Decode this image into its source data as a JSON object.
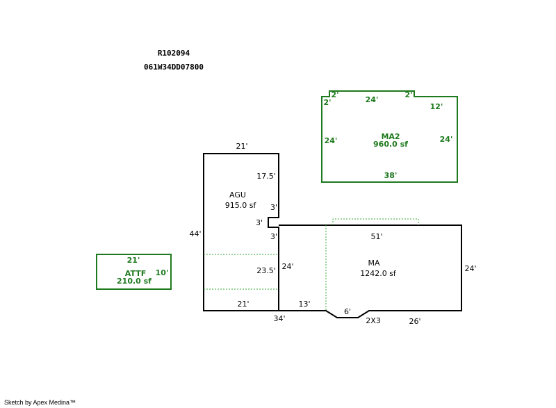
{
  "header": {
    "account": "R102094",
    "map_tax_lot": "061W34DD07800"
  },
  "footer": {
    "credit": "Sketch by Apex Medina™"
  },
  "areas": {
    "agu": {
      "code": "AGU",
      "area": "915.0 sf"
    },
    "ma": {
      "code": "MA",
      "area": "1242.0 sf"
    },
    "ma2": {
      "code": "MA2",
      "area": "960.0 sf"
    },
    "attf": {
      "code": "ATTF",
      "area": "210.0 sf"
    }
  },
  "dims": {
    "agu_top": "21'",
    "agu_17_5": "17.5'",
    "agu_3a": "3'",
    "agu_3b": "3'",
    "agu_3c": "3'",
    "agu_44": "44'",
    "agu_23_5": "23.5'",
    "agu_24": "24'",
    "agu_21_bottom": "21'",
    "ma_51": "51'",
    "ma_24": "24'",
    "ma_13": "13'",
    "ma_34": "34'",
    "ma_6": "6'",
    "ma_2x3": "2X3",
    "ma_26": "26'",
    "ma2_2a": "2'",
    "ma2_2b": "2'",
    "ma2_2c": "2'",
    "ma2_24_top": "24'",
    "ma2_12": "12'",
    "ma2_24_left": "24'",
    "ma2_24_right": "24'",
    "ma2_38": "38'",
    "attf_21": "21'",
    "attf_10": "10'"
  },
  "colors": {
    "outline": "#000000",
    "green": "#1e7a1e",
    "dotted": "#33aa33"
  }
}
